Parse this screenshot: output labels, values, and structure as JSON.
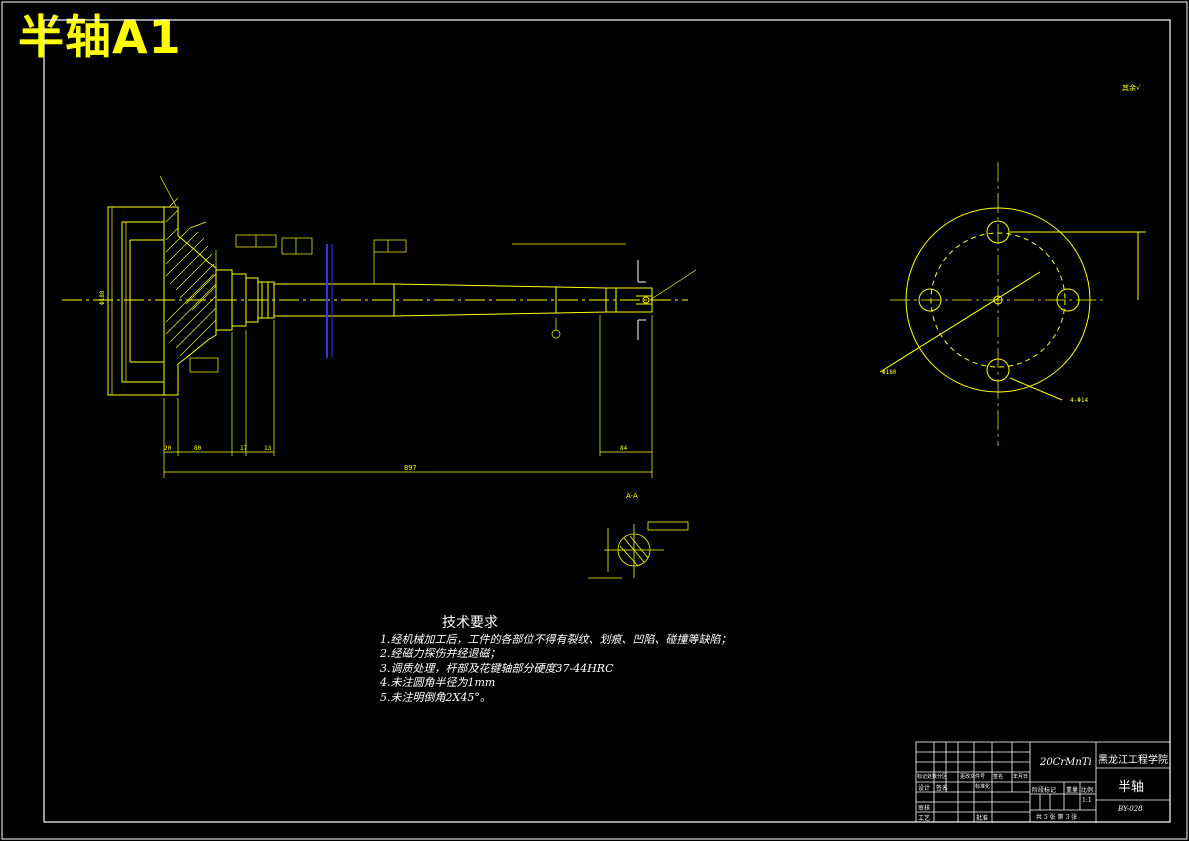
{
  "page": {
    "title": "半轴A1"
  },
  "corner_note": "其余√",
  "tech_requirements": {
    "title": "技术要求",
    "items": [
      "1.经机械加工后，工件的各部位不得有裂纹、划痕、凹陷、碰撞等缺陷；",
      "2.经磁力探伤并经退磁；",
      "3.调质处理，杆部及花键轴部分硬度37-44HRC",
      "4.未注圆角半径为1mm",
      "5.未注明倒角2X45°。"
    ]
  },
  "section_label": "A-A",
  "title_block": {
    "material": "20CrMnTi",
    "school": "黑龙江工程学院",
    "part_name": "半轴",
    "drawing_no": "BY-028",
    "scale_label": "比例",
    "scale_value": "1:1",
    "weight_label": "重量",
    "stage_label": "阶段标记",
    "sheet_info": "共 5 张  第 3 张",
    "designer_label": "设计",
    "designer_sig": "签名",
    "reviewer_label": "审核",
    "process_label": "工艺",
    "approve_label": "批准",
    "mark_label": "标记处数分区",
    "standard_label": "标准化",
    "doc_label": "更改文件号",
    "sign_label": "签名",
    "date_label": "年月日"
  },
  "dimensions": {
    "overall_length": "897",
    "flange_d": "Φ180",
    "dim_20": "20",
    "dim_80": "80",
    "dim_17": "17",
    "dim_13": "13",
    "dim_84": "84",
    "circle_label": "Φ180",
    "hole_label": "4-Φ14"
  },
  "colors": {
    "outline": "#ffffff",
    "drawing": "#ffff00",
    "axis": "#ff0000",
    "section_cut": "#3030ff"
  }
}
